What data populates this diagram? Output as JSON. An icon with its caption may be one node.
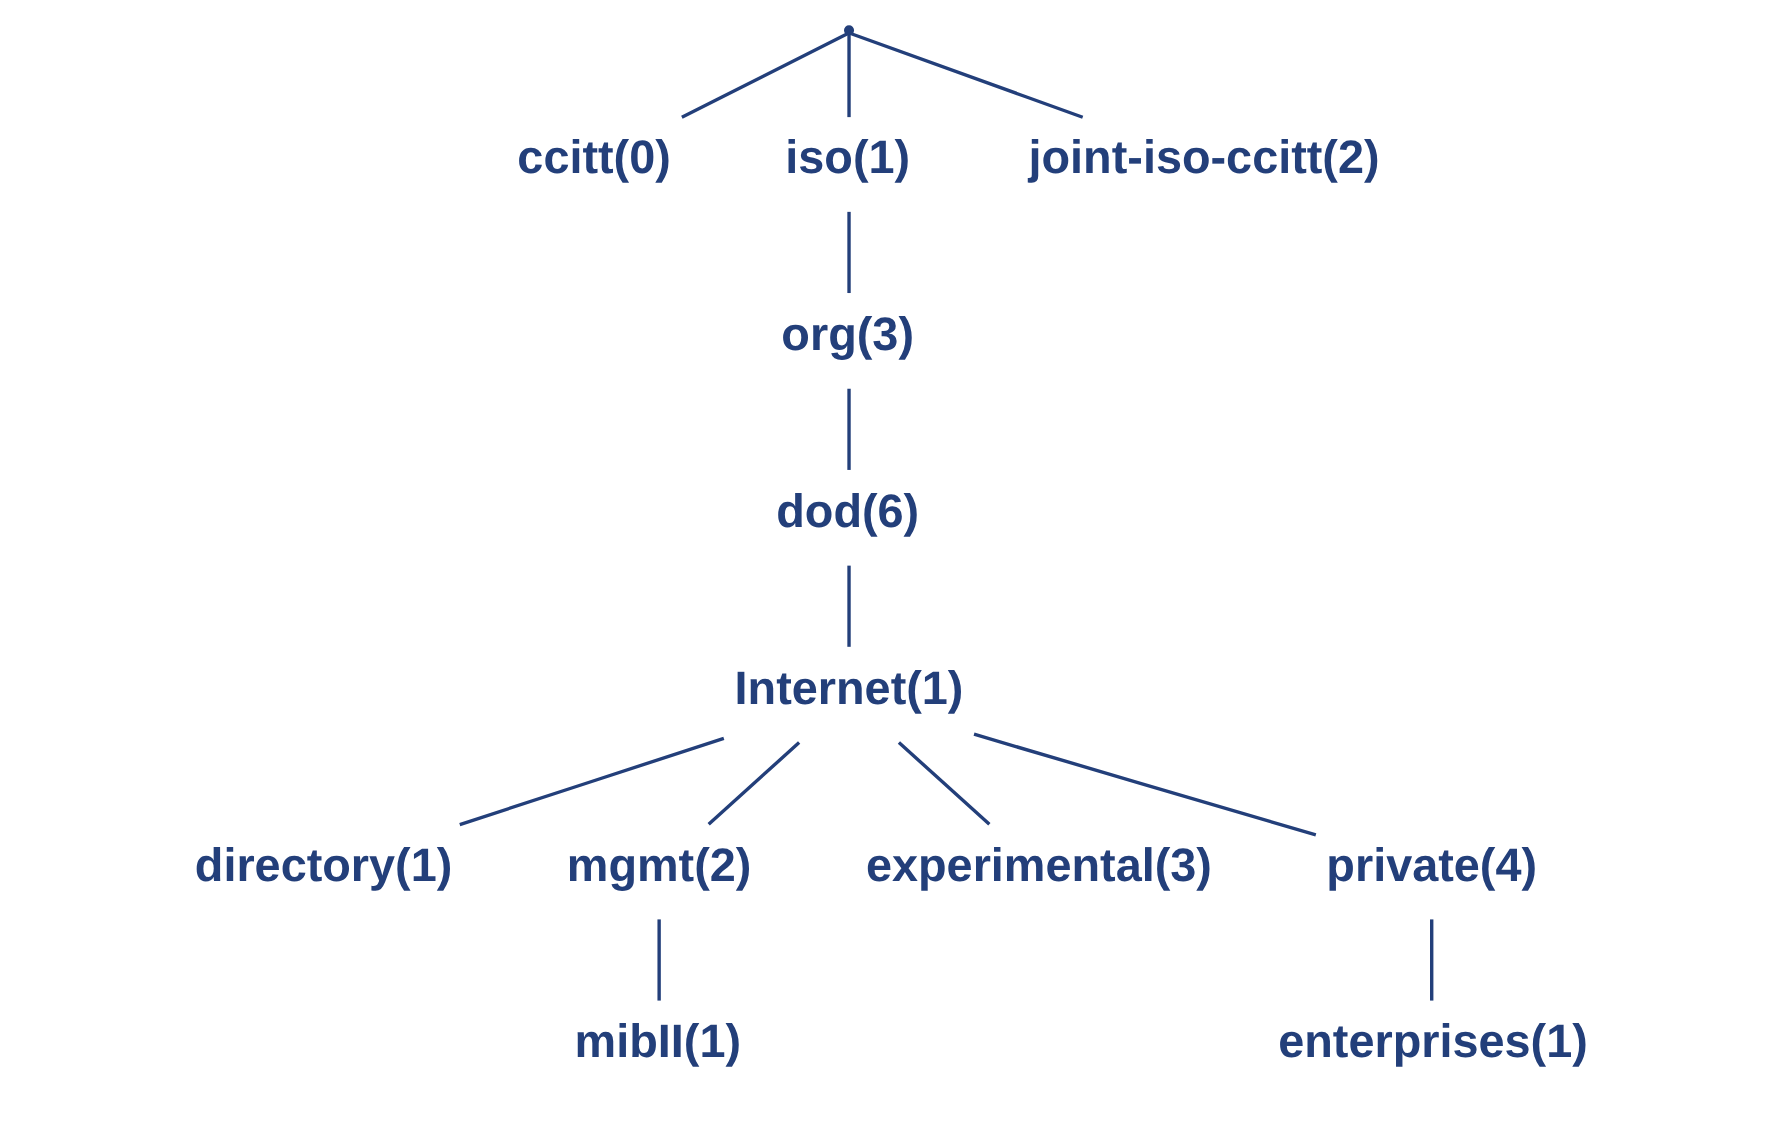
{
  "diagram": {
    "nodes": [
      {
        "text": [],
        "shape": "point"
      },
      {
        "text": [
          "ccitt(0)"
        ]
      },
      {
        "text": [
          "iso(1)"
        ]
      },
      {
        "text": [
          "joint-iso-ccitt(2)"
        ]
      },
      {
        "text": [
          "org(3)"
        ]
      },
      {
        "text": [
          "dod(6)"
        ]
      },
      {
        "text": [
          "Internet(1)"
        ]
      },
      {
        "text": [
          "directory(1)"
        ]
      },
      {
        "text": [
          "mgmt(2)"
        ]
      },
      {
        "text": [
          "experimental(3)"
        ]
      },
      {
        "text": [
          "private(4)"
        ]
      },
      {
        "text": [
          "mibII(1)"
        ]
      },
      {
        "text": [
          "enterprises(1)"
        ]
      }
    ],
    "edges": [
      {
        "from": 0,
        "to": 1,
        "arrow": "none"
      },
      {
        "from": 0,
        "to": 2,
        "arrow": "none"
      },
      {
        "from": 0,
        "to": 3,
        "arrow": "none"
      },
      {
        "from": 2,
        "to": 4,
        "arrow": "none"
      },
      {
        "from": 4,
        "to": 5,
        "arrow": "none"
      },
      {
        "from": 5,
        "to": 6,
        "arrow": "none"
      },
      {
        "from": 6,
        "to": 7,
        "arrow": "none"
      },
      {
        "from": 6,
        "to": 8,
        "arrow": "none"
      },
      {
        "from": 6,
        "to": 9,
        "arrow": "none"
      },
      {
        "from": 6,
        "to": 10,
        "arrow": "none"
      },
      {
        "from": 8,
        "to": 11,
        "arrow": "none"
      },
      {
        "from": 10,
        "to": 12,
        "arrow": "none"
      }
    ]
  }
}
